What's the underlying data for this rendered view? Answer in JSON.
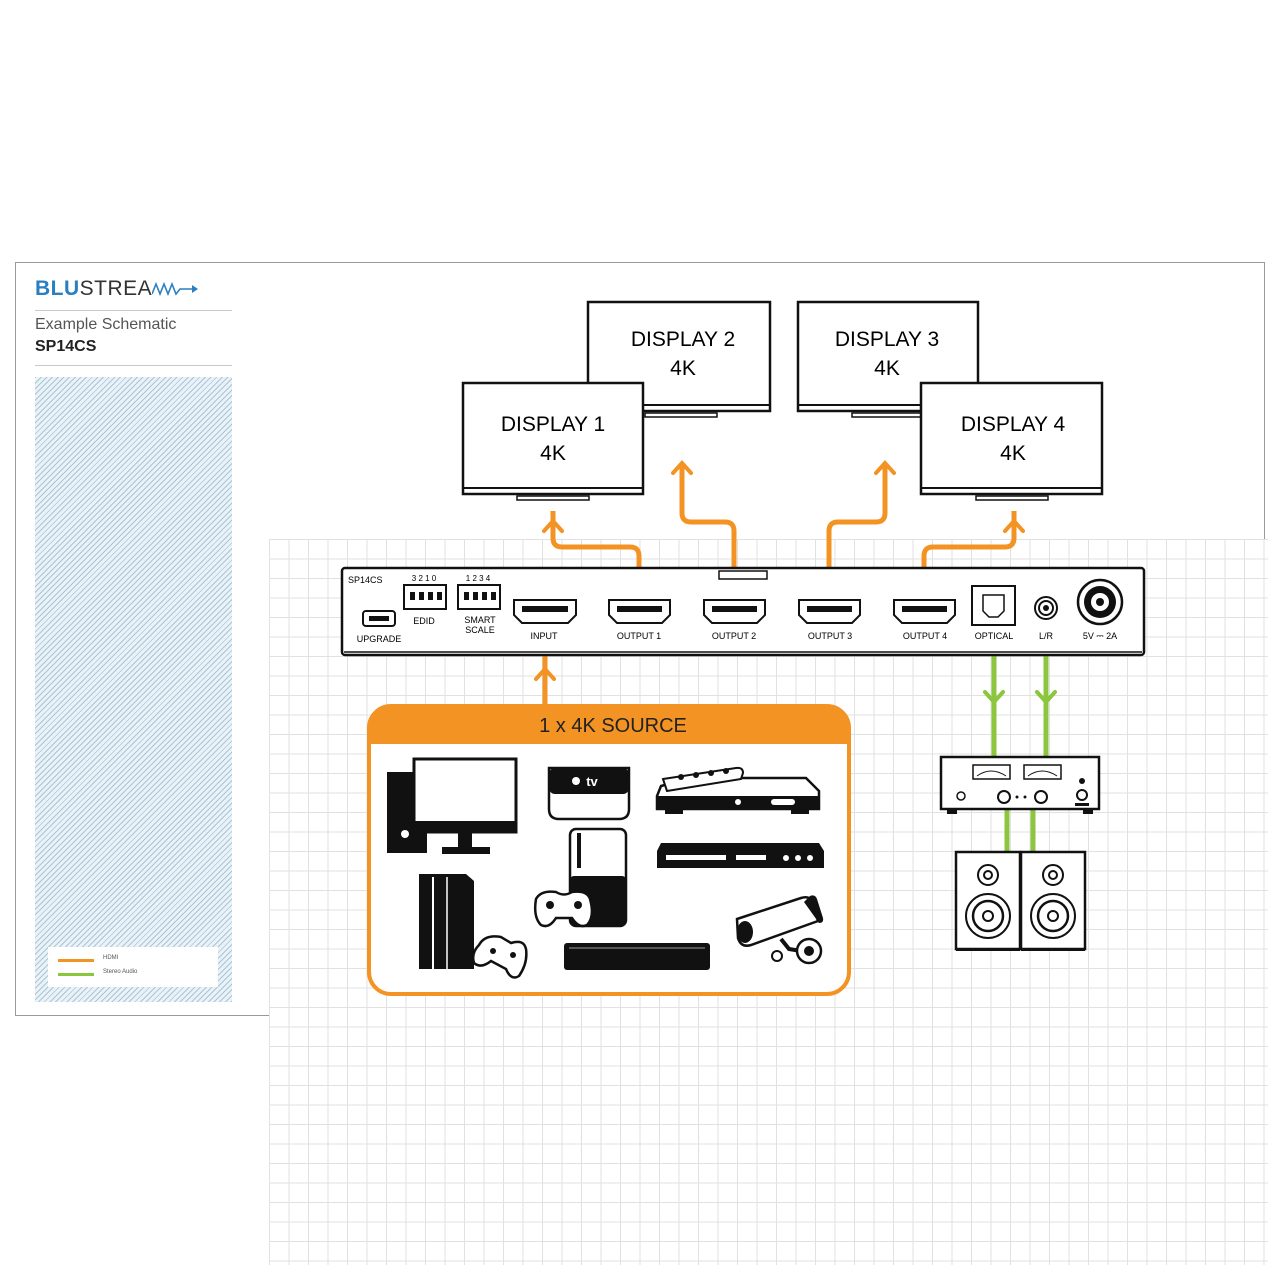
{
  "brand": {
    "blu": "BLU",
    "stream": "STREA"
  },
  "header": {
    "subtitle": "Example Schematic",
    "model": "SP14CS"
  },
  "legend": {
    "items": [
      {
        "label": "HDMI",
        "color": "#f39323"
      },
      {
        "label": "Stereo Audio",
        "color": "#8cc63f"
      }
    ]
  },
  "displays": [
    {
      "name": "DISPLAY 1",
      "res": "4K"
    },
    {
      "name": "DISPLAY 2",
      "res": "4K"
    },
    {
      "name": "DISPLAY 3",
      "res": "4K"
    },
    {
      "name": "DISPLAY 4",
      "res": "4K"
    }
  ],
  "device": {
    "model": "SP14CS",
    "ports": {
      "upgrade": "UPGRADE",
      "edid": "EDID",
      "edid_dips": "3 2 1 0",
      "smart1": "SMART",
      "smart2": "SCALE",
      "smart_dips": "1 2 3 4",
      "input": "INPUT",
      "out1": "OUTPUT 1",
      "out2": "OUTPUT 2",
      "out3": "OUTPUT 3",
      "out4": "OUTPUT 4",
      "optical": "OPTICAL",
      "lr": "L/R",
      "power": "5V ⎓ 2A"
    }
  },
  "source": {
    "label": "1 x 4K SOURCE",
    "appletv": "tv"
  },
  "colors": {
    "hdmi": "#f39323",
    "audio": "#8cc63f",
    "brand": "#2b7fc1"
  }
}
